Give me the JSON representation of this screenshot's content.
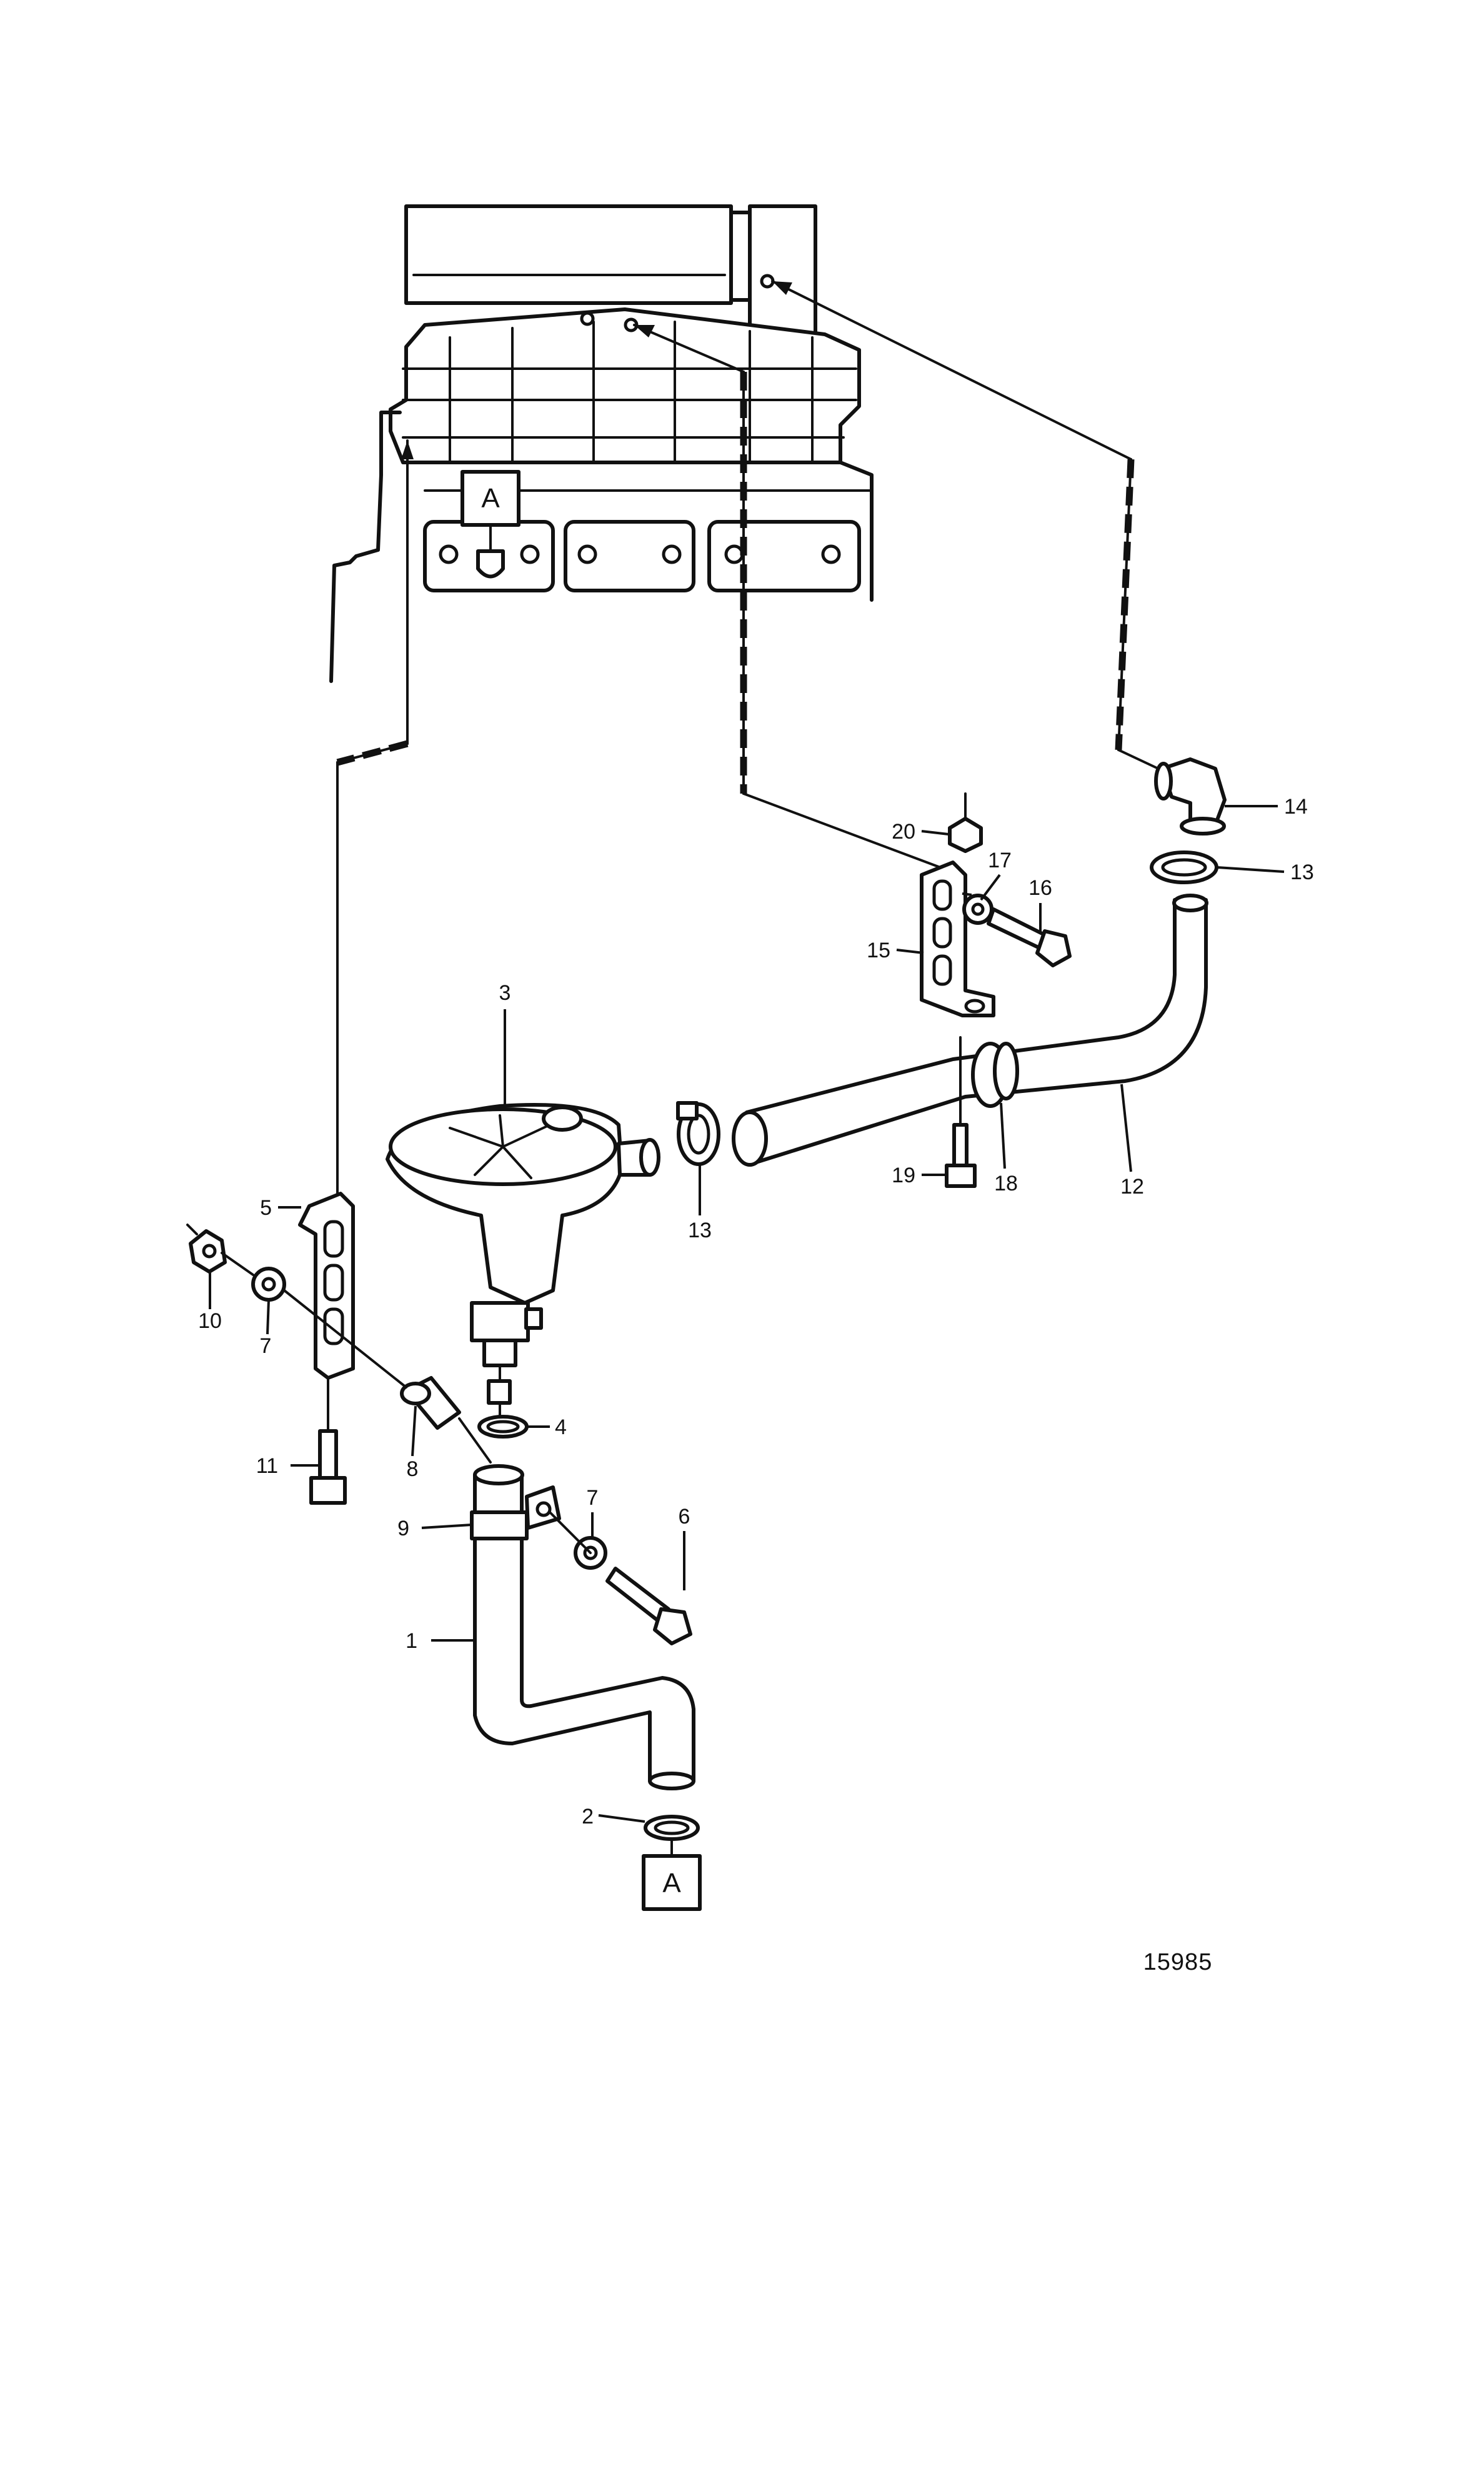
{
  "drawing_number": "15985",
  "connection_marker": "A",
  "callouts": [
    {
      "id": "c1",
      "text": "1"
    },
    {
      "id": "c2",
      "text": "2"
    },
    {
      "id": "c3",
      "text": "3"
    },
    {
      "id": "c4",
      "text": "4"
    },
    {
      "id": "c5",
      "text": "5"
    },
    {
      "id": "c6",
      "text": "6"
    },
    {
      "id": "c7a",
      "text": "7"
    },
    {
      "id": "c7b",
      "text": "7"
    },
    {
      "id": "c8",
      "text": "8"
    },
    {
      "id": "c9",
      "text": "9"
    },
    {
      "id": "c10",
      "text": "10"
    },
    {
      "id": "c11",
      "text": "11"
    },
    {
      "id": "c12",
      "text": "12"
    },
    {
      "id": "c13a",
      "text": "13"
    },
    {
      "id": "c13b",
      "text": "13"
    },
    {
      "id": "c14",
      "text": "14"
    },
    {
      "id": "c15",
      "text": "15"
    },
    {
      "id": "c16",
      "text": "16"
    },
    {
      "id": "c17",
      "text": "17"
    },
    {
      "id": "c18",
      "text": "18"
    },
    {
      "id": "c19",
      "text": "19"
    },
    {
      "id": "c20",
      "text": "20"
    }
  ]
}
